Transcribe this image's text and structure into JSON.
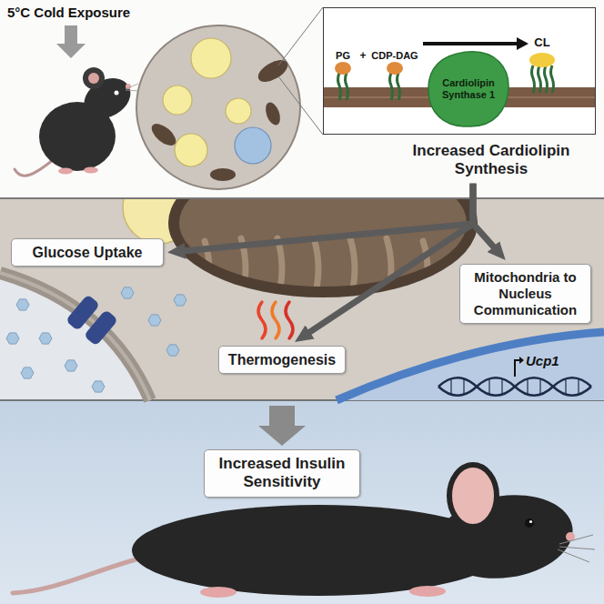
{
  "diagram": {
    "nodes": [
      {
        "text": [
          "Increased Cardiolipin Synthesis"
        ]
      },
      {
        "text": [
          "Cardiolipin Synthase 1"
        ],
        "in": 0
      },
      {
        "text": [
          "Glucose Uptake"
        ]
      },
      {
        "text": [
          "Mitochondria to Nucleus Communication"
        ]
      },
      {
        "text": [
          "Thermogenesis"
        ]
      },
      {
        "text": [
          "Increased Insulin Sensitivity"
        ]
      }
    ],
    "edges": [
      {
        "from": 0,
        "to": 2,
        "arrow": "to"
      },
      {
        "from": 0,
        "to": 4,
        "arrow": "to"
      },
      {
        "from": 0,
        "to": 3,
        "arrow": "to"
      }
    ],
    "labels": [
      "5°C Cold Exposure",
      "PG",
      "+",
      "CDP-DAG",
      "CL",
      "Ucp1"
    ]
  }
}
